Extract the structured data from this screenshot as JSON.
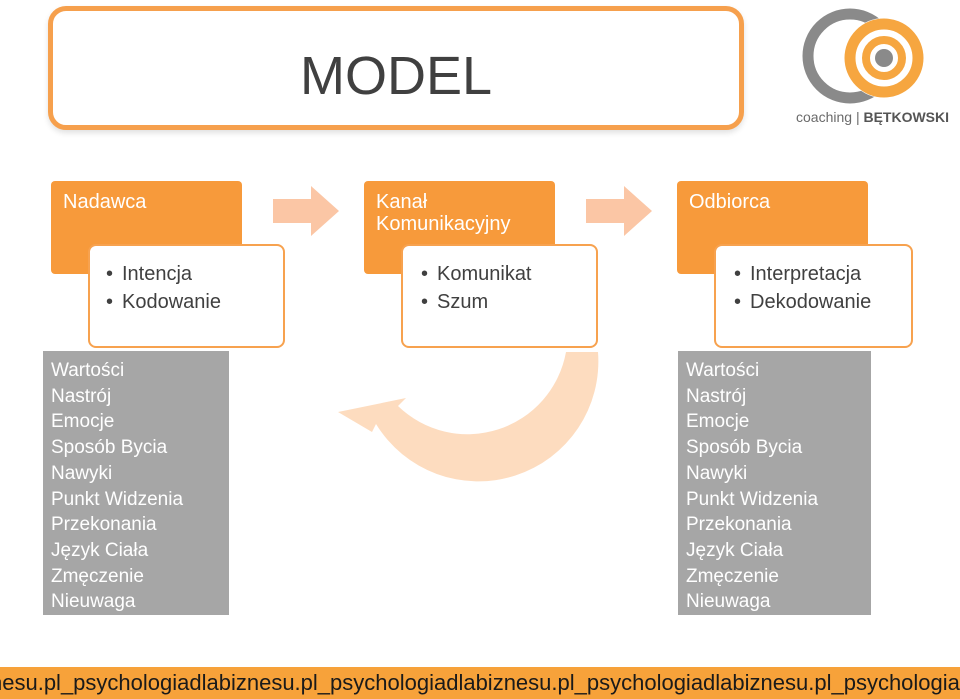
{
  "title": "MODEL",
  "logo": {
    "text_prefix": "coaching",
    "separator": "|",
    "text_name": "BĘTKOWSKI",
    "colors": {
      "orange": "#f6a640",
      "gray": "#8a8a8a"
    }
  },
  "columns": {
    "sender": {
      "title": "Nadawca",
      "items": [
        "Intencja",
        "Kodowanie"
      ]
    },
    "channel": {
      "title_line1": "Kanał",
      "title_line2": "Komunikacyjny",
      "items": [
        "Komunikat",
        "Szum"
      ]
    },
    "receiver": {
      "title": "Odbiorca",
      "items": [
        "Interpretacja",
        "Dekodowanie"
      ]
    }
  },
  "filters_left": [
    "Wartości",
    "Nastrój",
    "Emocje",
    "Sposób Bycia",
    "Nawyki",
    "Punkt Widzenia",
    "Przekonania",
    "Język Ciała",
    "Zmęczenie",
    "Nieuwaga"
  ],
  "filters_right": [
    "Wartości",
    "Nastrój",
    "Emocje",
    "Sposób Bycia",
    "Nawyki",
    "Punkt Widzenia",
    "Przekonania",
    "Język Ciała",
    "Zmęczenie",
    "Nieuwaga"
  ],
  "footer_text": "nesu.pl_psychologiadlabiznesu.pl_psychologiadlabiznesu.pl_psychologiadlabiznesu.pl_psychologiadla",
  "colors": {
    "accent": "#f79a3b",
    "outline": "#f7a24f",
    "gray": "#a6a6a6",
    "arrow": "#fbc6a5",
    "cycle": "#fddcbf",
    "footer": "#f7a23a"
  }
}
